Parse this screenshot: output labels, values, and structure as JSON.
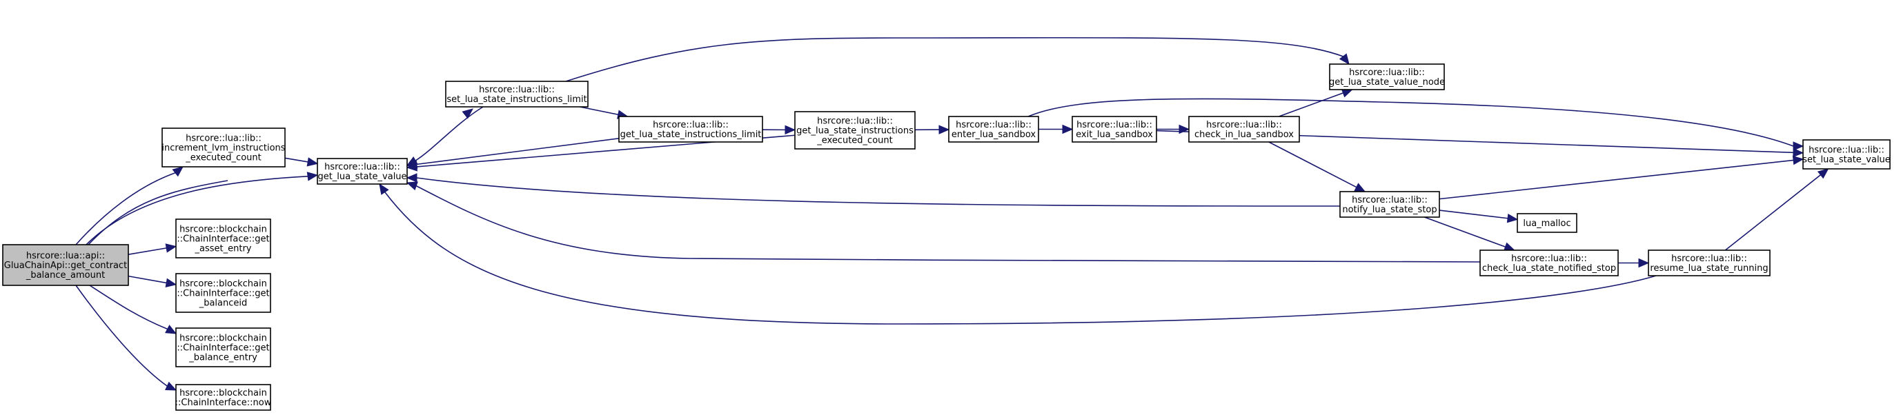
{
  "nodes": {
    "root": [
      "hsrcore::lua::api::",
      "GluaChainApi::get_contract",
      "_balance_amount"
    ],
    "increment": [
      "hsrcore::lua::lib::",
      "increment_lvm_instructions",
      "_executed_count"
    ],
    "get_value": [
      "hsrcore::lua::lib::",
      "get_lua_state_value"
    ],
    "asset_entry": [
      "hsrcore::blockchain",
      "::ChainInterface::get",
      "_asset_entry"
    ],
    "balanceid": [
      "hsrcore::blockchain",
      "::ChainInterface::get",
      "_balanceid"
    ],
    "balance_entry": [
      "hsrcore::blockchain",
      "::ChainInterface::get",
      "_balance_entry"
    ],
    "now": [
      "hsrcore::blockchain",
      "::ChainInterface::now"
    ],
    "set_limit": [
      "hsrcore::lua::lib::",
      "set_lua_state_instructions_limit"
    ],
    "get_limit": [
      "hsrcore::lua::lib::",
      "get_lua_state_instructions_limit"
    ],
    "get_exec_count": [
      "hsrcore::lua::lib::",
      "get_lua_state_instructions",
      "_executed_count"
    ],
    "enter": [
      "hsrcore::lua::lib::",
      "enter_lua_sandbox"
    ],
    "exit": [
      "hsrcore::lua::lib::",
      "exit_lua_sandbox"
    ],
    "check_in": [
      "hsrcore::lua::lib::",
      "check_in_lua_sandbox"
    ],
    "get_node": [
      "hsrcore::lua::lib::",
      "get_lua_state_value_node"
    ],
    "set_value": [
      "hsrcore::lua::lib::",
      "set_lua_state_value"
    ],
    "notify": [
      "hsrcore::lua::lib::",
      "notify_lua_state_stop"
    ],
    "malloc": [
      "lua_malloc"
    ],
    "check_notified": [
      "hsrcore::lua::lib::",
      "check_lua_state_notified_stop"
    ],
    "resume": [
      "hsrcore::lua::lib::",
      "resume_lua_state_running"
    ]
  },
  "edges": [
    [
      "root",
      "increment"
    ],
    [
      "root",
      "get_value"
    ],
    [
      "root",
      "asset_entry"
    ],
    [
      "root",
      "balanceid"
    ],
    [
      "root",
      "balance_entry"
    ],
    [
      "root",
      "now"
    ],
    [
      "root",
      "set_limit"
    ],
    [
      "increment",
      "get_value"
    ],
    [
      "set_limit",
      "get_value"
    ],
    [
      "set_limit",
      "get_limit"
    ],
    [
      "set_limit",
      "get_node"
    ],
    [
      "get_limit",
      "get_value"
    ],
    [
      "get_limit",
      "get_exec_count"
    ],
    [
      "get_exec_count",
      "get_value"
    ],
    [
      "get_exec_count",
      "enter"
    ],
    [
      "enter",
      "exit"
    ],
    [
      "enter",
      "set_value"
    ],
    [
      "exit",
      "check_in"
    ],
    [
      "exit",
      "set_value"
    ],
    [
      "check_in",
      "get_node"
    ],
    [
      "check_in",
      "notify"
    ],
    [
      "notify",
      "get_value"
    ],
    [
      "notify",
      "malloc"
    ],
    [
      "notify",
      "check_notified"
    ],
    [
      "notify",
      "set_value"
    ],
    [
      "check_notified",
      "get_value"
    ],
    [
      "check_notified",
      "resume"
    ],
    [
      "resume",
      "get_value"
    ],
    [
      "resume",
      "set_value"
    ]
  ]
}
